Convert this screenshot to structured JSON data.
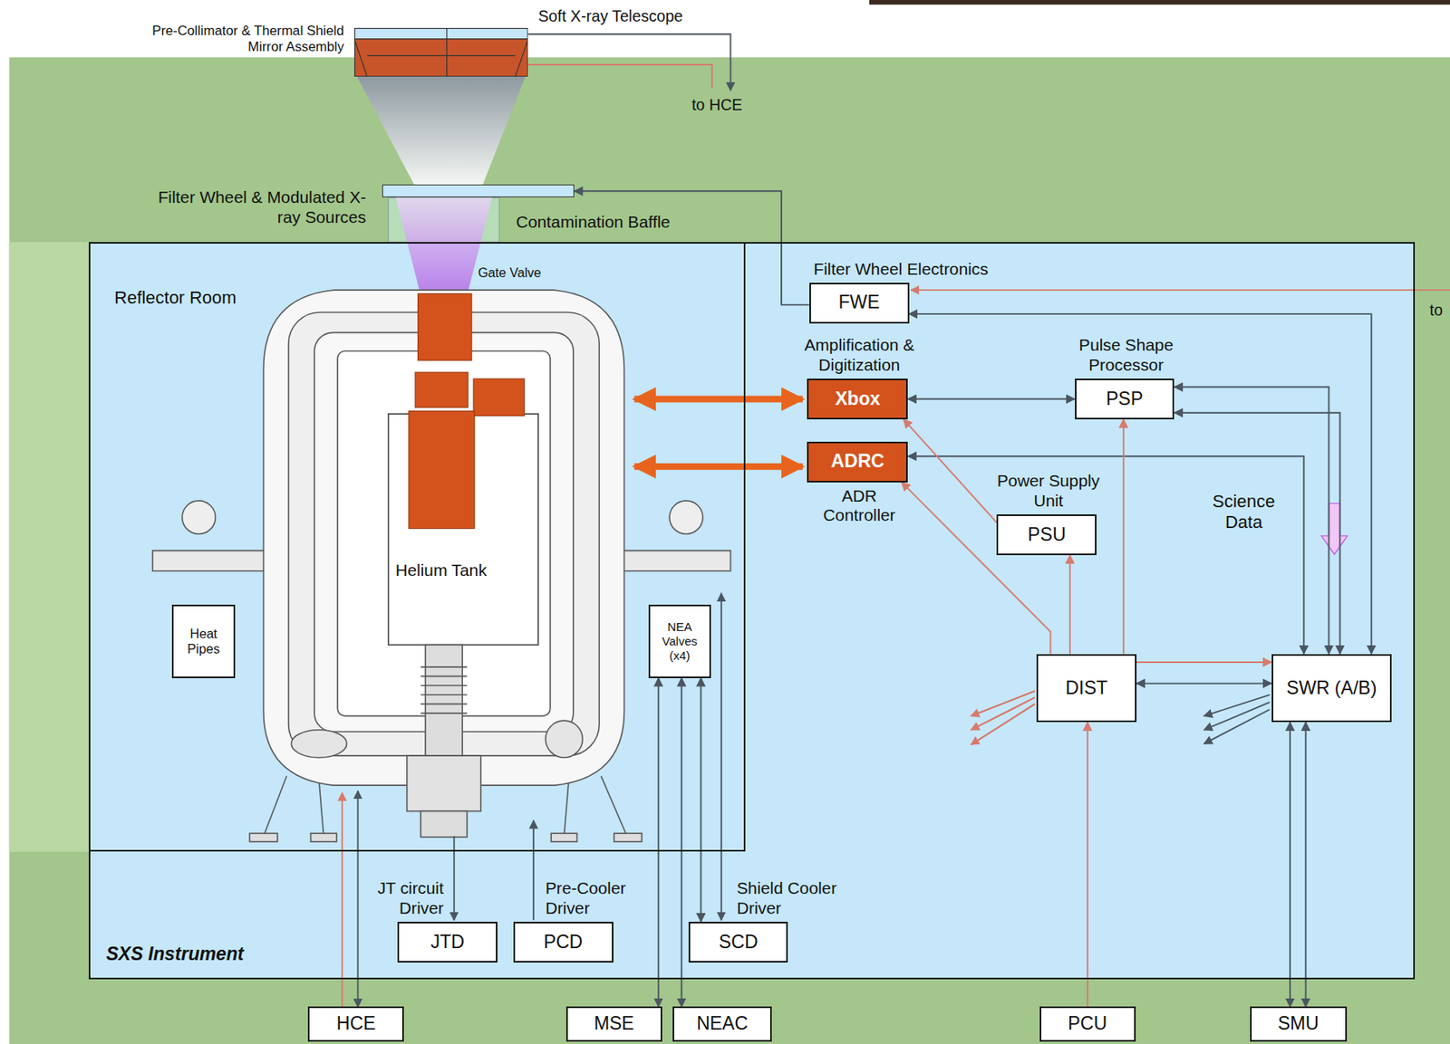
{
  "diagram": {
    "nodes": [
      {
        "text": [
          "Pre-Collimator & Thermal Shield Mirror Assembly"
        ]
      },
      {
        "text": [
          "Filter Wheel & Modulated X-ray Sources"
        ]
      },
      {
        "text": [
          "SXS Instrument"
        ]
      },
      {
        "text": [
          "Reflector Room"
        ],
        "in": 2
      },
      {
        "text": [
          "Heat Pipes"
        ],
        "in": 3
      },
      {
        "text": [
          "NEA Valves (x4)"
        ],
        "in": 3
      },
      {
        "text": [
          "Filter Wheel Electronics",
          "FWE"
        ],
        "in": 2
      },
      {
        "text": [
          "Amplification & Digitization",
          "Xbox"
        ],
        "in": 2
      },
      {
        "text": [
          "ADRC",
          "ADR Controller"
        ],
        "in": 2
      },
      {
        "text": [
          "Pulse Shape Processor",
          "PSP"
        ],
        "in": 2
      },
      {
        "text": [
          "Power Supply Unit",
          "PSU"
        ],
        "in": 2
      },
      {
        "text": [
          "DIST"
        ],
        "in": 2
      },
      {
        "text": [
          "SWR (A/B)"
        ],
        "in": 2
      },
      {
        "text": [
          "JT circuit Driver",
          "JTD"
        ],
        "in": 2
      },
      {
        "text": [
          "Pre-Cooler Driver",
          "PCD"
        ],
        "in": 2
      },
      {
        "text": [
          "Shield Cooler Driver",
          "SCD"
        ],
        "in": 2
      },
      {
        "text": [
          "HCE"
        ]
      },
      {
        "text": [
          "MSE"
        ]
      },
      {
        "text": [
          "NEAC"
        ]
      },
      {
        "text": [
          "PCU"
        ]
      },
      {
        "text": [
          "SMU"
        ]
      }
    ],
    "edges": [
      {
        "from": 6,
        "to": 1,
        "arrow": "to"
      },
      {
        "from": 12,
        "to": 6,
        "arrow": "both"
      },
      {
        "from": 7,
        "to": 9,
        "arrow": "both"
      },
      {
        "from": 9,
        "to": 12,
        "arrow": "both"
      },
      {
        "from": 9,
        "to": 12,
        "arrow": "both"
      },
      {
        "from": 8,
        "to": 12,
        "arrow": "both"
      },
      {
        "from": 10,
        "to": 7,
        "arrow": "to"
      },
      {
        "from": 11,
        "to": 8,
        "arrow": "to"
      },
      {
        "from": 11,
        "to": 10,
        "arrow": "to"
      },
      {
        "from": 11,
        "to": 9,
        "arrow": "to"
      },
      {
        "from": 11,
        "to": 12,
        "arrow": "to"
      },
      {
        "from": 11,
        "to": 12,
        "arrow": "both"
      },
      {
        "from": 19,
        "to": 11,
        "arrow": "to"
      },
      {
        "from": 20,
        "to": 12,
        "arrow": "both"
      },
      {
        "from": 20,
        "to": 12,
        "arrow": "both"
      },
      {
        "from": 17,
        "to": 5,
        "arrow": "both"
      },
      {
        "from": 18,
        "to": 5,
        "arrow": "both"
      },
      {
        "from": 15,
        "to": 5,
        "arrow": "both"
      }
    ],
    "labels": [
      "Soft X-ray Telescope",
      "to HCE",
      "Contamination Baffle",
      "Gate Valve",
      "Helium Tank",
      "Science Data",
      "to"
    ]
  }
}
